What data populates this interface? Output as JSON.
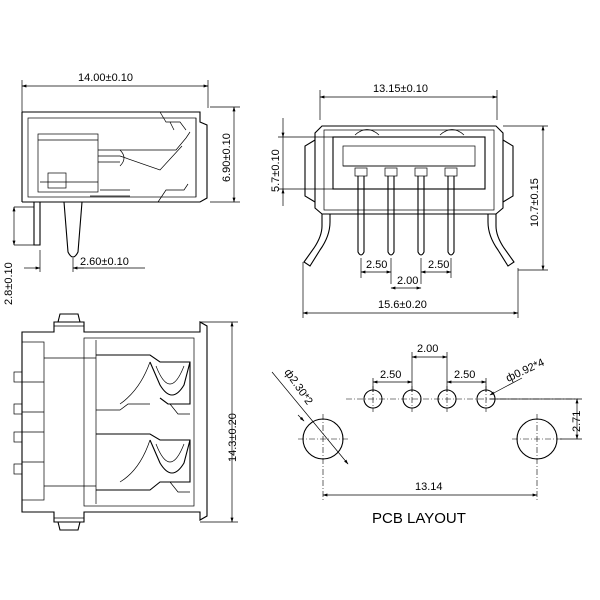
{
  "side_view": {
    "width_dim": "14.00±0.10",
    "height_dim": "6.90±0.10",
    "pin_len_dim": "2.8±0.10",
    "pin_pos_dim": "2.60±0.10"
  },
  "front_view": {
    "top_width_dim": "13.15±0.10",
    "opening_height_dim": "5.7±0.10",
    "total_height_dim": "10.7±0.15",
    "pitch_left_dim": "2.50",
    "pitch_center_dim": "2.00",
    "pitch_right_dim": "2.50",
    "leg_span_dim": "15.6±0.20"
  },
  "top_view": {
    "length_dim": "14.3±0.20"
  },
  "pcb_layout": {
    "title": "PCB LAYOUT",
    "big_hole_dim": "ф2.30*2",
    "small_hole_dim": "ф0.92*4",
    "pitch_center_dim": "2.00",
    "pitch_left_dim": "2.50",
    "pitch_right_dim": "2.50",
    "row_offset_dim": "2.71",
    "hole_span_dim": "13.14"
  }
}
